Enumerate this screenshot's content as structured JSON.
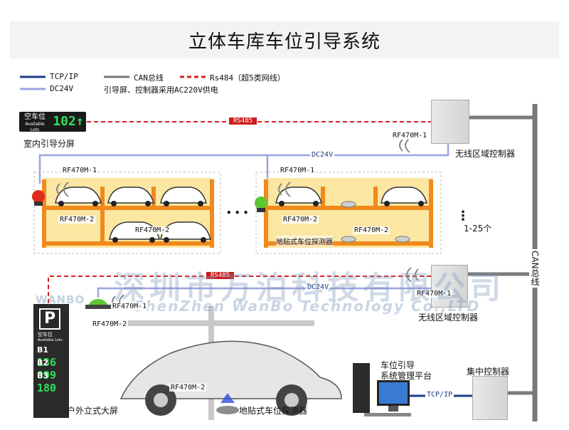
{
  "title": "立体车库车位引导系统",
  "legend": {
    "tcpip": {
      "label": "TCP/IP",
      "color": "#1f3b8a"
    },
    "can": {
      "label": "CAN总线",
      "color": "#777777"
    },
    "rs484": {
      "label": "Rs484（超5类网线）",
      "color": "#d42020"
    },
    "dc24v": {
      "label": "DC24V",
      "color": "#9aa3e0"
    },
    "power_note": "引导屏、控制器采用AC220V供电"
  },
  "indoor_screen": {
    "label_top": "空车位",
    "label_bottom": "Available Lots",
    "count": "102",
    "arrow": "↑",
    "caption": "室内引导分屏"
  },
  "wireless_controller_top": {
    "label": "无线区域控制器",
    "rf": "RF470M-1"
  },
  "wireless_controller_mid": {
    "label": "无线区域控制器",
    "rf": "RF470M-1"
  },
  "central_controller": {
    "label": "集中控制器"
  },
  "platform": {
    "label_line1": "车位引导",
    "label_line2": "系统管理平台"
  },
  "can_bus_label": "CAN总线",
  "link_labels": {
    "rs485_top": "RS485",
    "dc24v_top": "DC24V",
    "rs485_mid": "RS485",
    "dc24v_mid": "DC24V",
    "tcpip_bottom": "TCP/IP"
  },
  "garage_left": {
    "rf1": "RF470M-1",
    "rf2a": "RF470M-2",
    "rf2b": "RF470M-2"
  },
  "garage_right": {
    "rf1": "RF470M-1",
    "rf2a": "RF470M-2",
    "rf2b": "RF470M-2",
    "detector": "地贴式车位探测器"
  },
  "ellipsis": "• • •",
  "range_label": "1-25个",
  "outdoor": {
    "rf1": "RF470M-1",
    "rf2": "RF470M-2",
    "rf2_car": "RF470M-2",
    "p_sign": "P",
    "board_label1": "空车位",
    "board_label2": "Available Lots",
    "floors": [
      {
        "name": "B1",
        "value": "136"
      },
      {
        "name": "B2",
        "value": "099"
      },
      {
        "name": "B3",
        "value": "180"
      }
    ],
    "caption": "户外立式大屏",
    "detector": "地贴式车位探测器"
  },
  "watermark": {
    "cn": "深圳市万泊科技有限公司",
    "en": "ShenZhen WanBo Technology Co.,LTD",
    "logo": "WANBO"
  },
  "colors": {
    "orange": "#f08a1c",
    "yellow": "#f8dc86",
    "red": "#d42020",
    "navy": "#1f3b8a",
    "lilac": "#9aa3e0",
    "gray": "#777777"
  }
}
